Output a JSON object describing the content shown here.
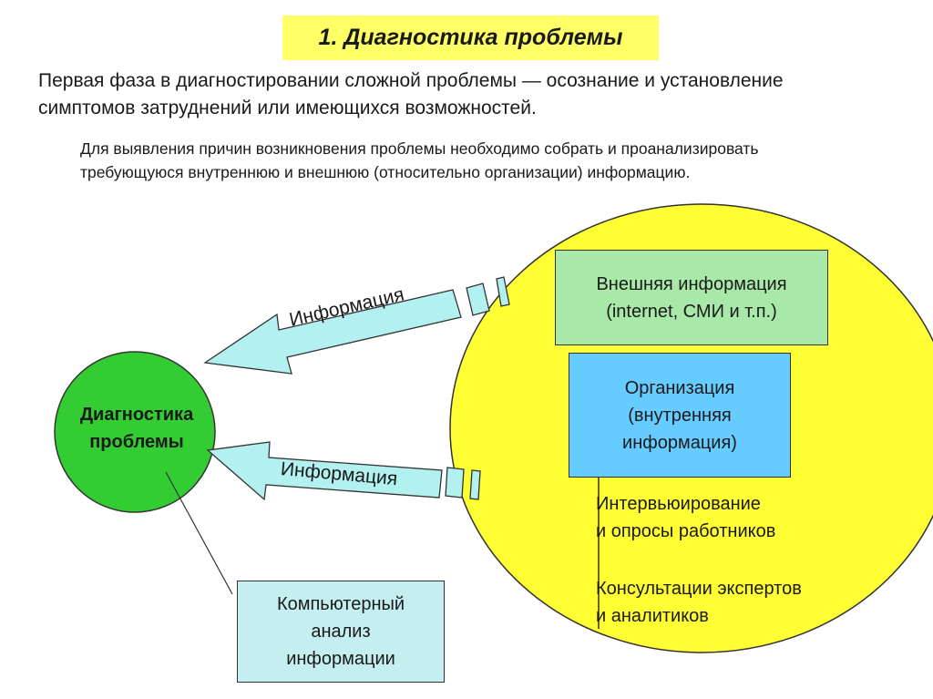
{
  "title": "1. Диагностика проблемы",
  "intro": "Первая фаза в диагностировании сложной проблемы — осознание и установление симптомов затруднений или имеющихся возможностей.",
  "subtext": "Для выявления причин возникновения проблемы необходимо собрать и проанализировать требующуюся внутреннюю и внешнюю (относительно организации) информацию.",
  "external_info": {
    "line1": "Внешняя информация",
    "line2": "(internet, СМИ и т.п.)"
  },
  "organization": {
    "line1": "Организация",
    "line2": "(внутренняя",
    "line3": "информация)"
  },
  "interview": {
    "line1": "Интервьюирование",
    "line2": "и опросы работников"
  },
  "consult": {
    "line1": "Консультации экспертов",
    "line2": "и аналитиков"
  },
  "diagnosis": {
    "line1": "Диагностика",
    "line2": "проблемы"
  },
  "computer": {
    "line1": "Компьютерный",
    "line2": "анализ",
    "line3": "информации"
  },
  "arrows": {
    "top_label": "Информация",
    "bottom_label": "Информация"
  },
  "colors": {
    "title_bg": "#ffff66",
    "big_circle": "#ffff33",
    "diagnosis_circle": "#33cc33",
    "external_box": "#a8e8a8",
    "organization_box": "#66ccff",
    "computer_box": "#c4eef0",
    "arrow_fill": "#b3f0f0"
  }
}
